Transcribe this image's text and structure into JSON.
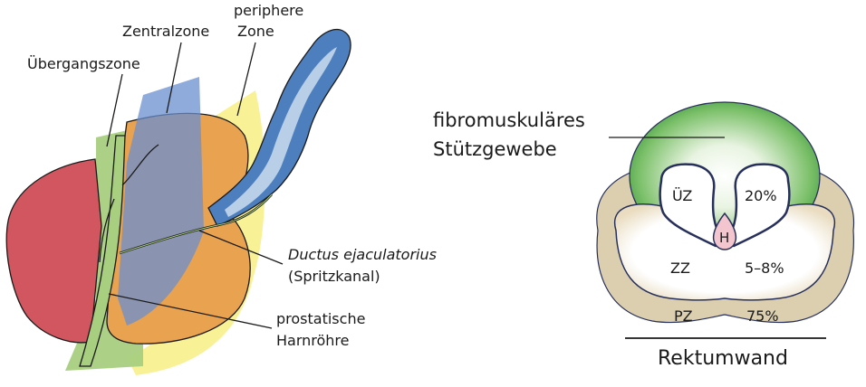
{
  "left_diagram": {
    "labels": {
      "uebergangszone": "Übergangszone",
      "zentralzone": "Zentralzone",
      "periphere_line1": "periphere",
      "periphere_line2": "Zone",
      "ductus_line1": "Ductus ejaculatorius",
      "ductus_line2": "(Spritzkanal)",
      "harnroehre_line1": "prostatische",
      "harnroehre_line2": "Harnröhre"
    },
    "colors": {
      "red_lobe": "#d2565f",
      "transition_zone": "#a8cf7f",
      "central_zone": "#6a8fd0",
      "peripheral_zone": "#f8ef8a",
      "orange_lobe": "#e9a24f",
      "vesicle": "#4d7fbf"
    }
  },
  "right_diagram": {
    "labels": {
      "fibro_line1": "fibromuskuläres",
      "fibro_line2": "Stützgewebe",
      "uz": "ÜZ",
      "uz_pct": "20%",
      "h": "H",
      "zz": "ZZ",
      "zz_pct": "5–8%",
      "pz": "PZ",
      "pz_pct": "75%",
      "rektumwand": "Rektumwand"
    },
    "colors": {
      "stroma": "#3b9a3a",
      "outer_ring": "#dccfb0",
      "outline": "#27305c",
      "urethra": "#f3c6cf"
    }
  }
}
